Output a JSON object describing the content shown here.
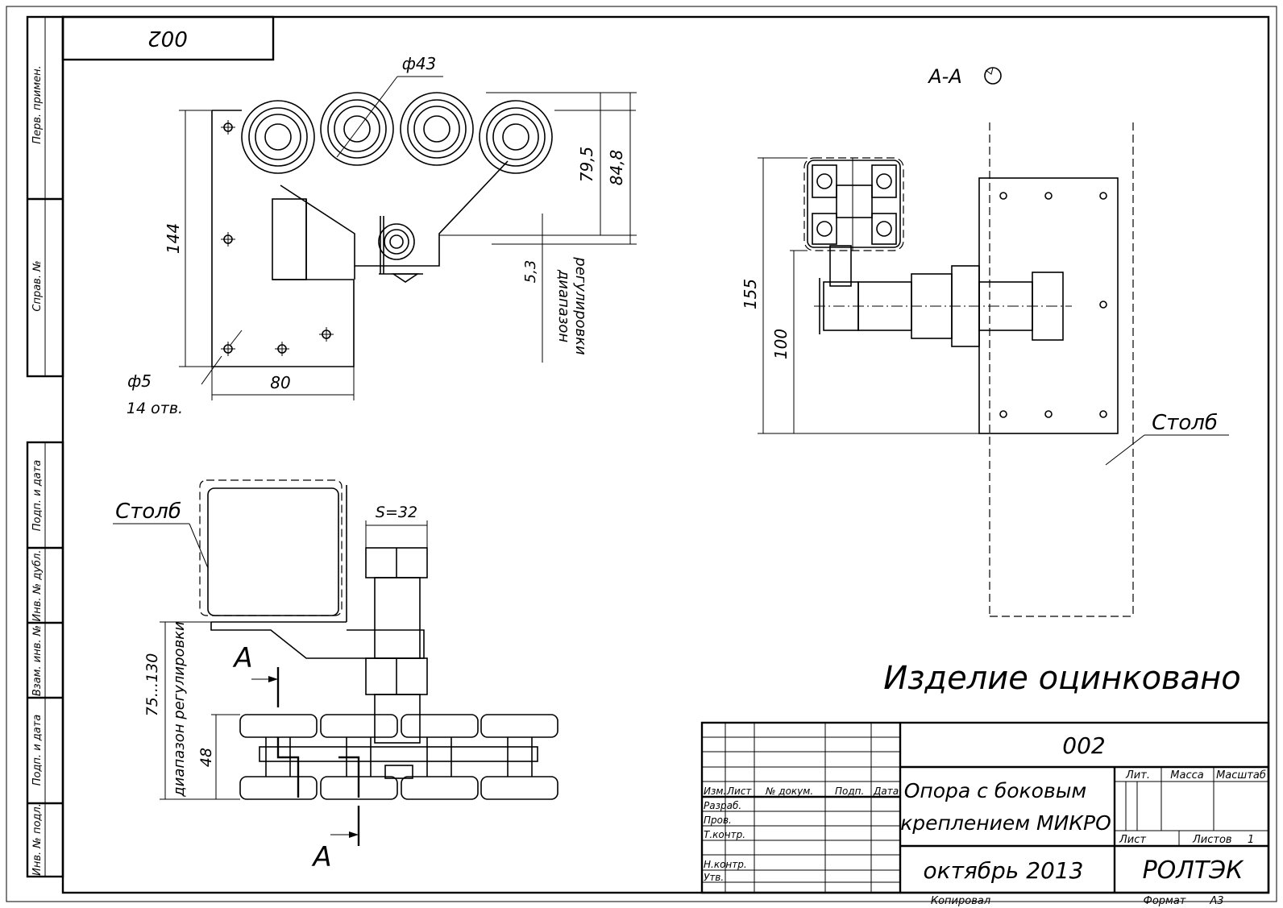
{
  "frame": {
    "corner_code": "002",
    "side_labels": [
      "Перв. примен.",
      "Справ. №",
      "Подп. и дата",
      "Инв. № дубл.",
      "Взам. инв. №",
      "Подп. и дата",
      "Инв. № подл."
    ]
  },
  "front_view": {
    "dim_diameter_roller": "ф43",
    "dim_height_total": "144",
    "dim_hole_diameter": "ф5",
    "dim_hole_count": "14 отв.",
    "dim_width": "80",
    "dim_79_5": "79,5",
    "dim_84_8": "84,8",
    "dim_adjust": "5,3",
    "adjust_line1": "диапазон",
    "adjust_line2": "регулировки"
  },
  "section_view": {
    "label": "А-А",
    "dim_155": "155",
    "dim_100": "100",
    "post_label": "Столб"
  },
  "top_view": {
    "post_label": "Столб",
    "wrench": "S=32",
    "range_dim": "75...130",
    "range_caption": "диапазон регулировки",
    "dim_48": "48",
    "cut_mark_top": "А",
    "cut_mark_bottom": "А"
  },
  "note": "Изделие оцинковано",
  "title_block": {
    "designation": "002",
    "name_line1": "Опора с боковым",
    "name_line2": "креплением МИКРО",
    "date": "октябрь 2013",
    "company": "РОЛТЭК",
    "col_izm": "Изм.",
    "col_list": "Лист",
    "col_doc": "№ докум.",
    "col_sign": "Подп.",
    "col_date": "Дата",
    "row_razrab": "Разраб.",
    "row_prov": "Пров.",
    "row_tkontr": "Т.контр.",
    "row_nkontr": "Н.контр.",
    "row_utv": "Утв.",
    "lit": "Лит.",
    "massa": "Масса",
    "masshtab": "Масштаб",
    "sheet": "Лист",
    "sheets": "Листов",
    "sheets_count": "1",
    "copied": "Копировал",
    "format_label": "Формат",
    "format_value": "А3"
  }
}
